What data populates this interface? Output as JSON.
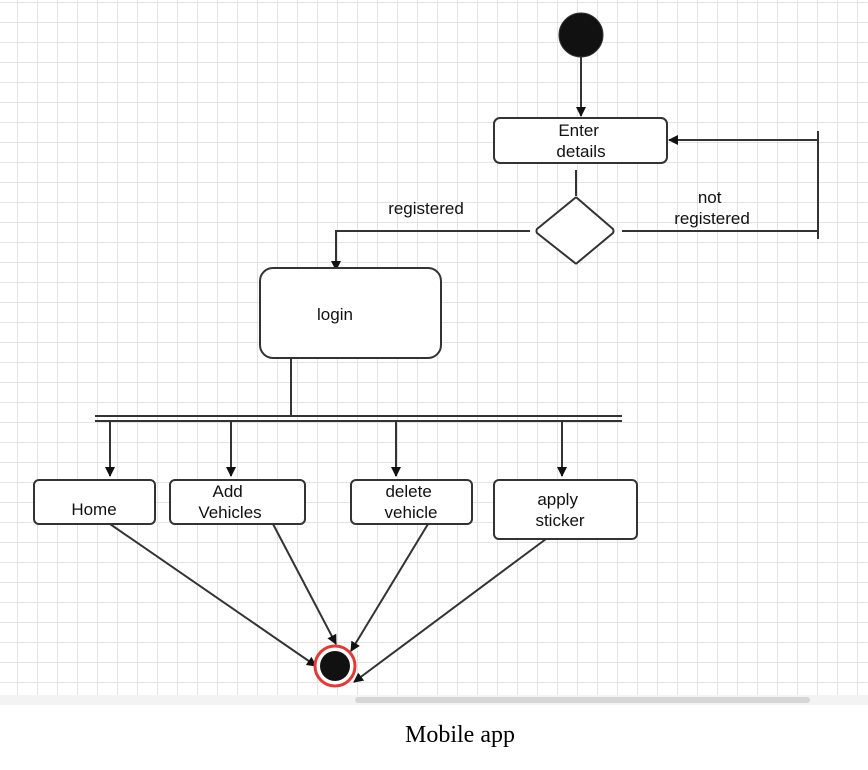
{
  "diagram": {
    "nodes": {
      "enter_details": [
        "Enter",
        "details"
      ],
      "login": [
        "login"
      ],
      "home": [
        "Home"
      ],
      "add_vehicles": [
        "Add",
        "Vehicles"
      ],
      "delete_vehicle": [
        "delete",
        "vehicle"
      ],
      "apply_sticker": [
        "apply",
        "sticker"
      ]
    },
    "edge_labels": {
      "registered": [
        "registered"
      ],
      "not_registered": [
        "not",
        "registered"
      ]
    },
    "colors": {
      "stroke": "#333333",
      "start_fill": "#111111",
      "end_ring": "#e53935",
      "grid": "#e4e4e4"
    }
  },
  "caption": "Mobile app"
}
